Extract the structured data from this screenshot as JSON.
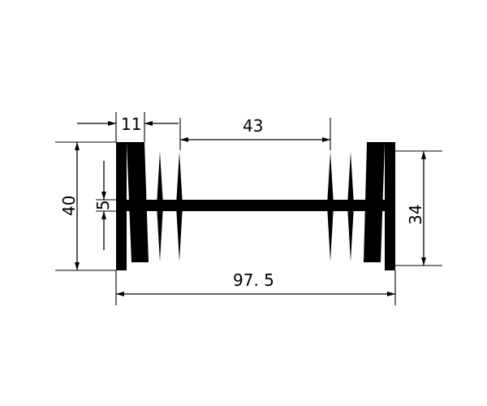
{
  "diagram": {
    "dimensions": {
      "flange_width": "11",
      "inner_fin_span": "43",
      "overall_height": "40",
      "web_thickness": "5",
      "side_height": "34",
      "overall_width": "97. 5"
    },
    "colors": {
      "line": "#000000",
      "background": "#ffffff"
    }
  }
}
